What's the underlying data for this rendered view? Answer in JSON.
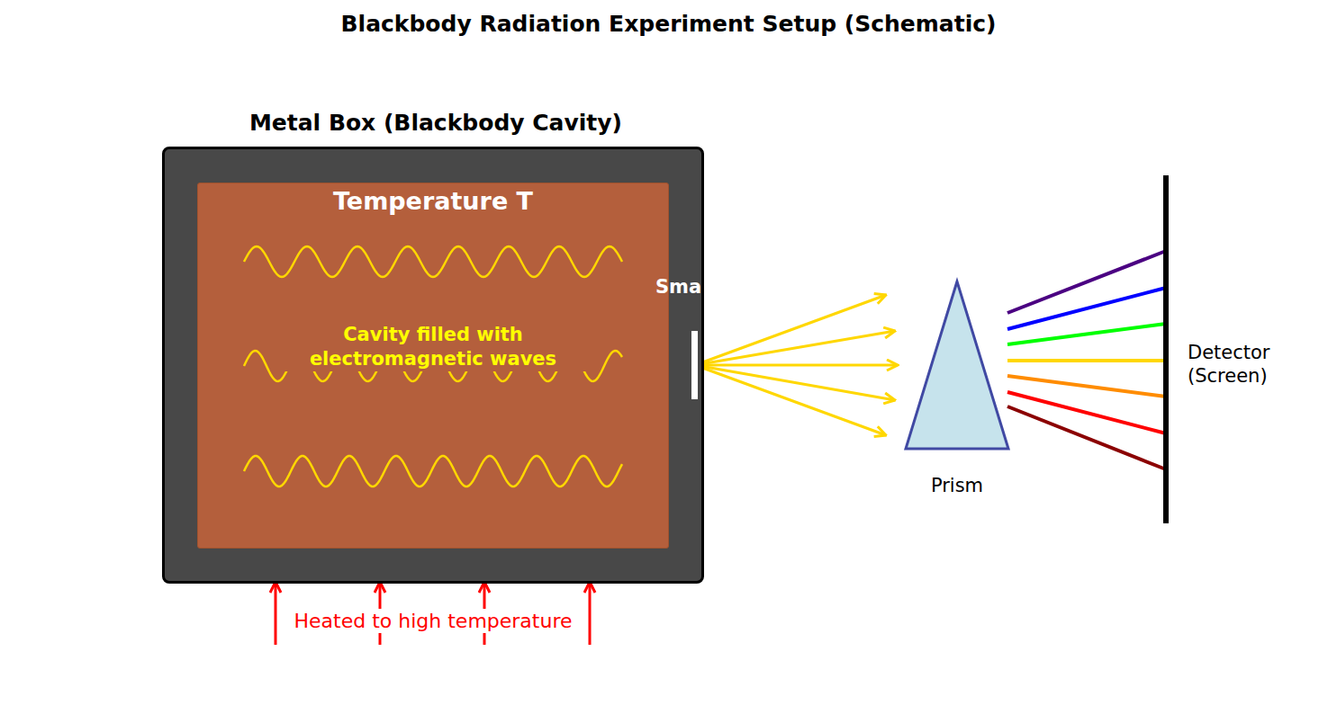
{
  "diagram": {
    "title": "Blackbody Radiation Experiment Setup (Schematic)",
    "nodes": [
      {
        "text": [
          "Metal Box (Blackbody Cavity)"
        ]
      },
      {
        "text": [
          "Temperature T",
          "Cavity filled with electromagnetic waves"
        ],
        "in": 0
      },
      {
        "text": [
          "Prism"
        ]
      },
      {
        "text": [
          "Detector (Screen)"
        ]
      }
    ],
    "edges": [
      {
        "from": 0,
        "to": 2,
        "arrow": "to"
      }
    ],
    "labels": [
      "Sma",
      "Heated to high temperature"
    ]
  }
}
